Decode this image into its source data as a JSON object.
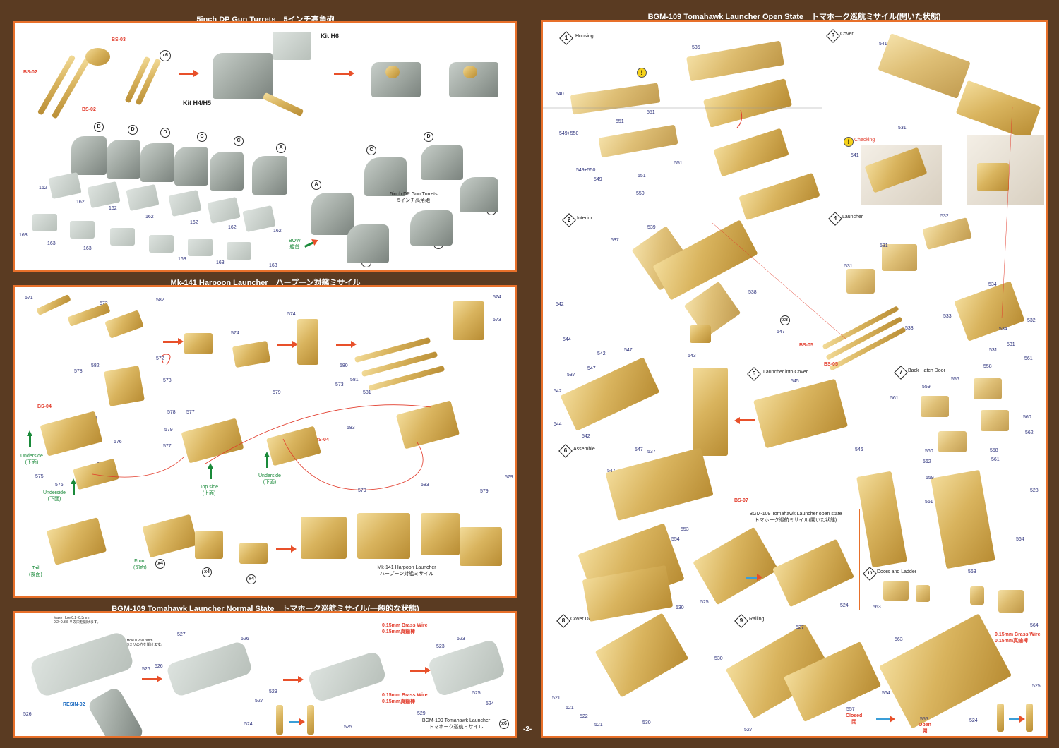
{
  "page_number": "-2-",
  "sections": {
    "turrets": {
      "title": "5inch DP Gun Turrets　5インチ高角砲",
      "labels": {
        "bs03": "BS-03",
        "bs02a": "BS-02",
        "bs02b": "BS-02",
        "x6": "x6",
        "kit_h6": "Kit H6",
        "kit_h4h5": "Kit H4/H5",
        "p162": "162",
        "p163": "163",
        "A": "A",
        "B": "B",
        "C": "C",
        "D": "D",
        "caption_en": "5inch DP Gun Turrets",
        "caption_jp": "5インチ高角砲",
        "bow_en": "BOW",
        "bow_jp": "艦首"
      }
    },
    "harpoon": {
      "title": "Mk-141 Harpoon Launcher　ハープーン対艦ミサイル",
      "labels": {
        "bs04": "BS-04",
        "x4": "x4",
        "underside_en": "Underside",
        "underside_jp": "(下面)",
        "topside_en": "Top side",
        "topside_jp": "(上面)",
        "front_en": "Front",
        "front_jp": "(前面)",
        "tail_en": "Tail",
        "tail_jp": "(後面)",
        "caption_en": "Mk-141 Harpoon Launcher",
        "caption_jp": "ハープーン対艦ミサイル",
        "parts": [
          "571",
          "572",
          "582",
          "578",
          "579",
          "577",
          "576",
          "575",
          "574",
          "573",
          "580",
          "581",
          "583"
        ]
      }
    },
    "tomahawk_normal": {
      "title": "BGM-109 Tomahawk Launcher Normal State　トマホーク巡航ミサイル(一般的な状態)",
      "labels": {
        "make_hole_a": "Make Hole 0.2~0.3mm",
        "make_hole_a_jp": "0.2~0.3ミリの穴を開けます。",
        "make_hole_b": "Make Hole 0.2~0.3mm",
        "make_hole_b_jp": "0.2~0.3ミリの穴を開けます。",
        "wire_en": "0.15mm Brass Wire",
        "wire_jp": "0.15mm真鍮棒",
        "wire2_en": "0.15mm Brass Wire",
        "wire2_jp": "0.15mm真鍮棒",
        "resin": "RESIN-02",
        "caption_en": "BGM-109 Tomahawk Launcher",
        "caption_jp": "トマホーク巡航ミサイル",
        "x6": "x6",
        "parts": [
          "526",
          "527",
          "523",
          "524",
          "525",
          "529"
        ]
      }
    },
    "tomahawk_open": {
      "title": "BGM-109 Tomahawk Launcher Open State　トマホーク巡航ミサイル(開いた状態)",
      "steps": [
        {
          "num": "1",
          "label": "Housing"
        },
        {
          "num": "2",
          "label": "Interior"
        },
        {
          "num": "3",
          "label": "Cover"
        },
        {
          "num": "4",
          "label": "Launcher"
        },
        {
          "num": "5",
          "label": "Launcher into Cover"
        },
        {
          "num": "6",
          "label": "Assemble"
        },
        {
          "num": "7",
          "label": "Back Hatch Door"
        },
        {
          "num": "8",
          "label": "Cover Detail"
        },
        {
          "num": "9",
          "label": "Railing"
        },
        {
          "num": "10",
          "label": "Doors and Ladder"
        }
      ],
      "labels": {
        "checking": "Checking",
        "bs05a": "BS-05",
        "bs05b": "BS-05",
        "bs07": "BS-07",
        "x8": "x8",
        "inset_en": "BGM-109 Tomahawk Launcher open state",
        "inset_jp": "トマホーク巡航ミサイル(開いた状態)",
        "wire_en": "0.15mm Brass Wire",
        "wire_jp": "0.15mm真鍮棒",
        "closed_en": "Closed",
        "closed_jp": "閉",
        "open_en": "Open",
        "open_jp": "開",
        "p535": "535",
        "p540": "540",
        "p551": "551",
        "p549_550": "549+550",
        "p549": "549",
        "p550": "550",
        "p541": "541",
        "p531": "531",
        "p532": "532",
        "p533": "533",
        "p534": "534",
        "p537": "537",
        "p539": "539",
        "p538": "538",
        "p542": "542",
        "p544": "544",
        "p543": "543",
        "p547": "547",
        "p545": "545",
        "p546": "546",
        "p553": "553",
        "p554": "554",
        "p525": "525",
        "p524": "524",
        "p559": "559",
        "p556": "556",
        "p558": "558",
        "p561": "561",
        "p560": "560",
        "p562": "562",
        "p528": "528",
        "p564": "564",
        "p563": "563",
        "p530": "530",
        "p521": "521",
        "p522": "522",
        "p527": "527",
        "p557": "557",
        "p555": "555"
      }
    }
  }
}
